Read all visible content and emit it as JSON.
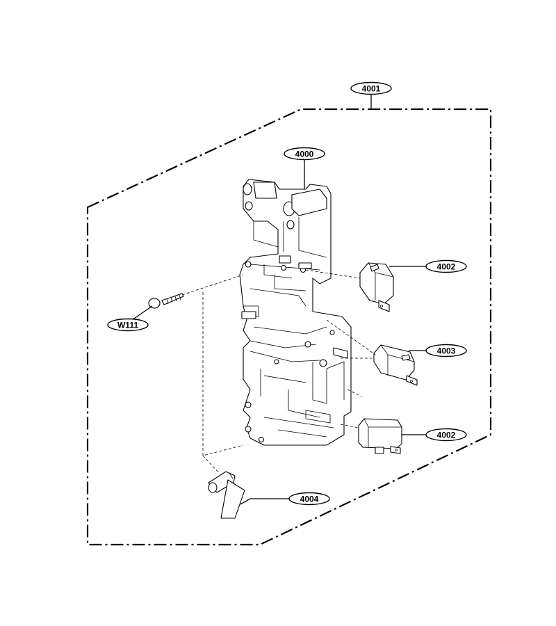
{
  "labels": {
    "assembly": "4001",
    "frame": "4000",
    "switch_top": "4002",
    "switch_mid": "4003",
    "switch_bottom": "4002",
    "lever": "4004",
    "screw": "W111"
  },
  "colors": {
    "line": "#000000",
    "background": "#ffffff"
  }
}
